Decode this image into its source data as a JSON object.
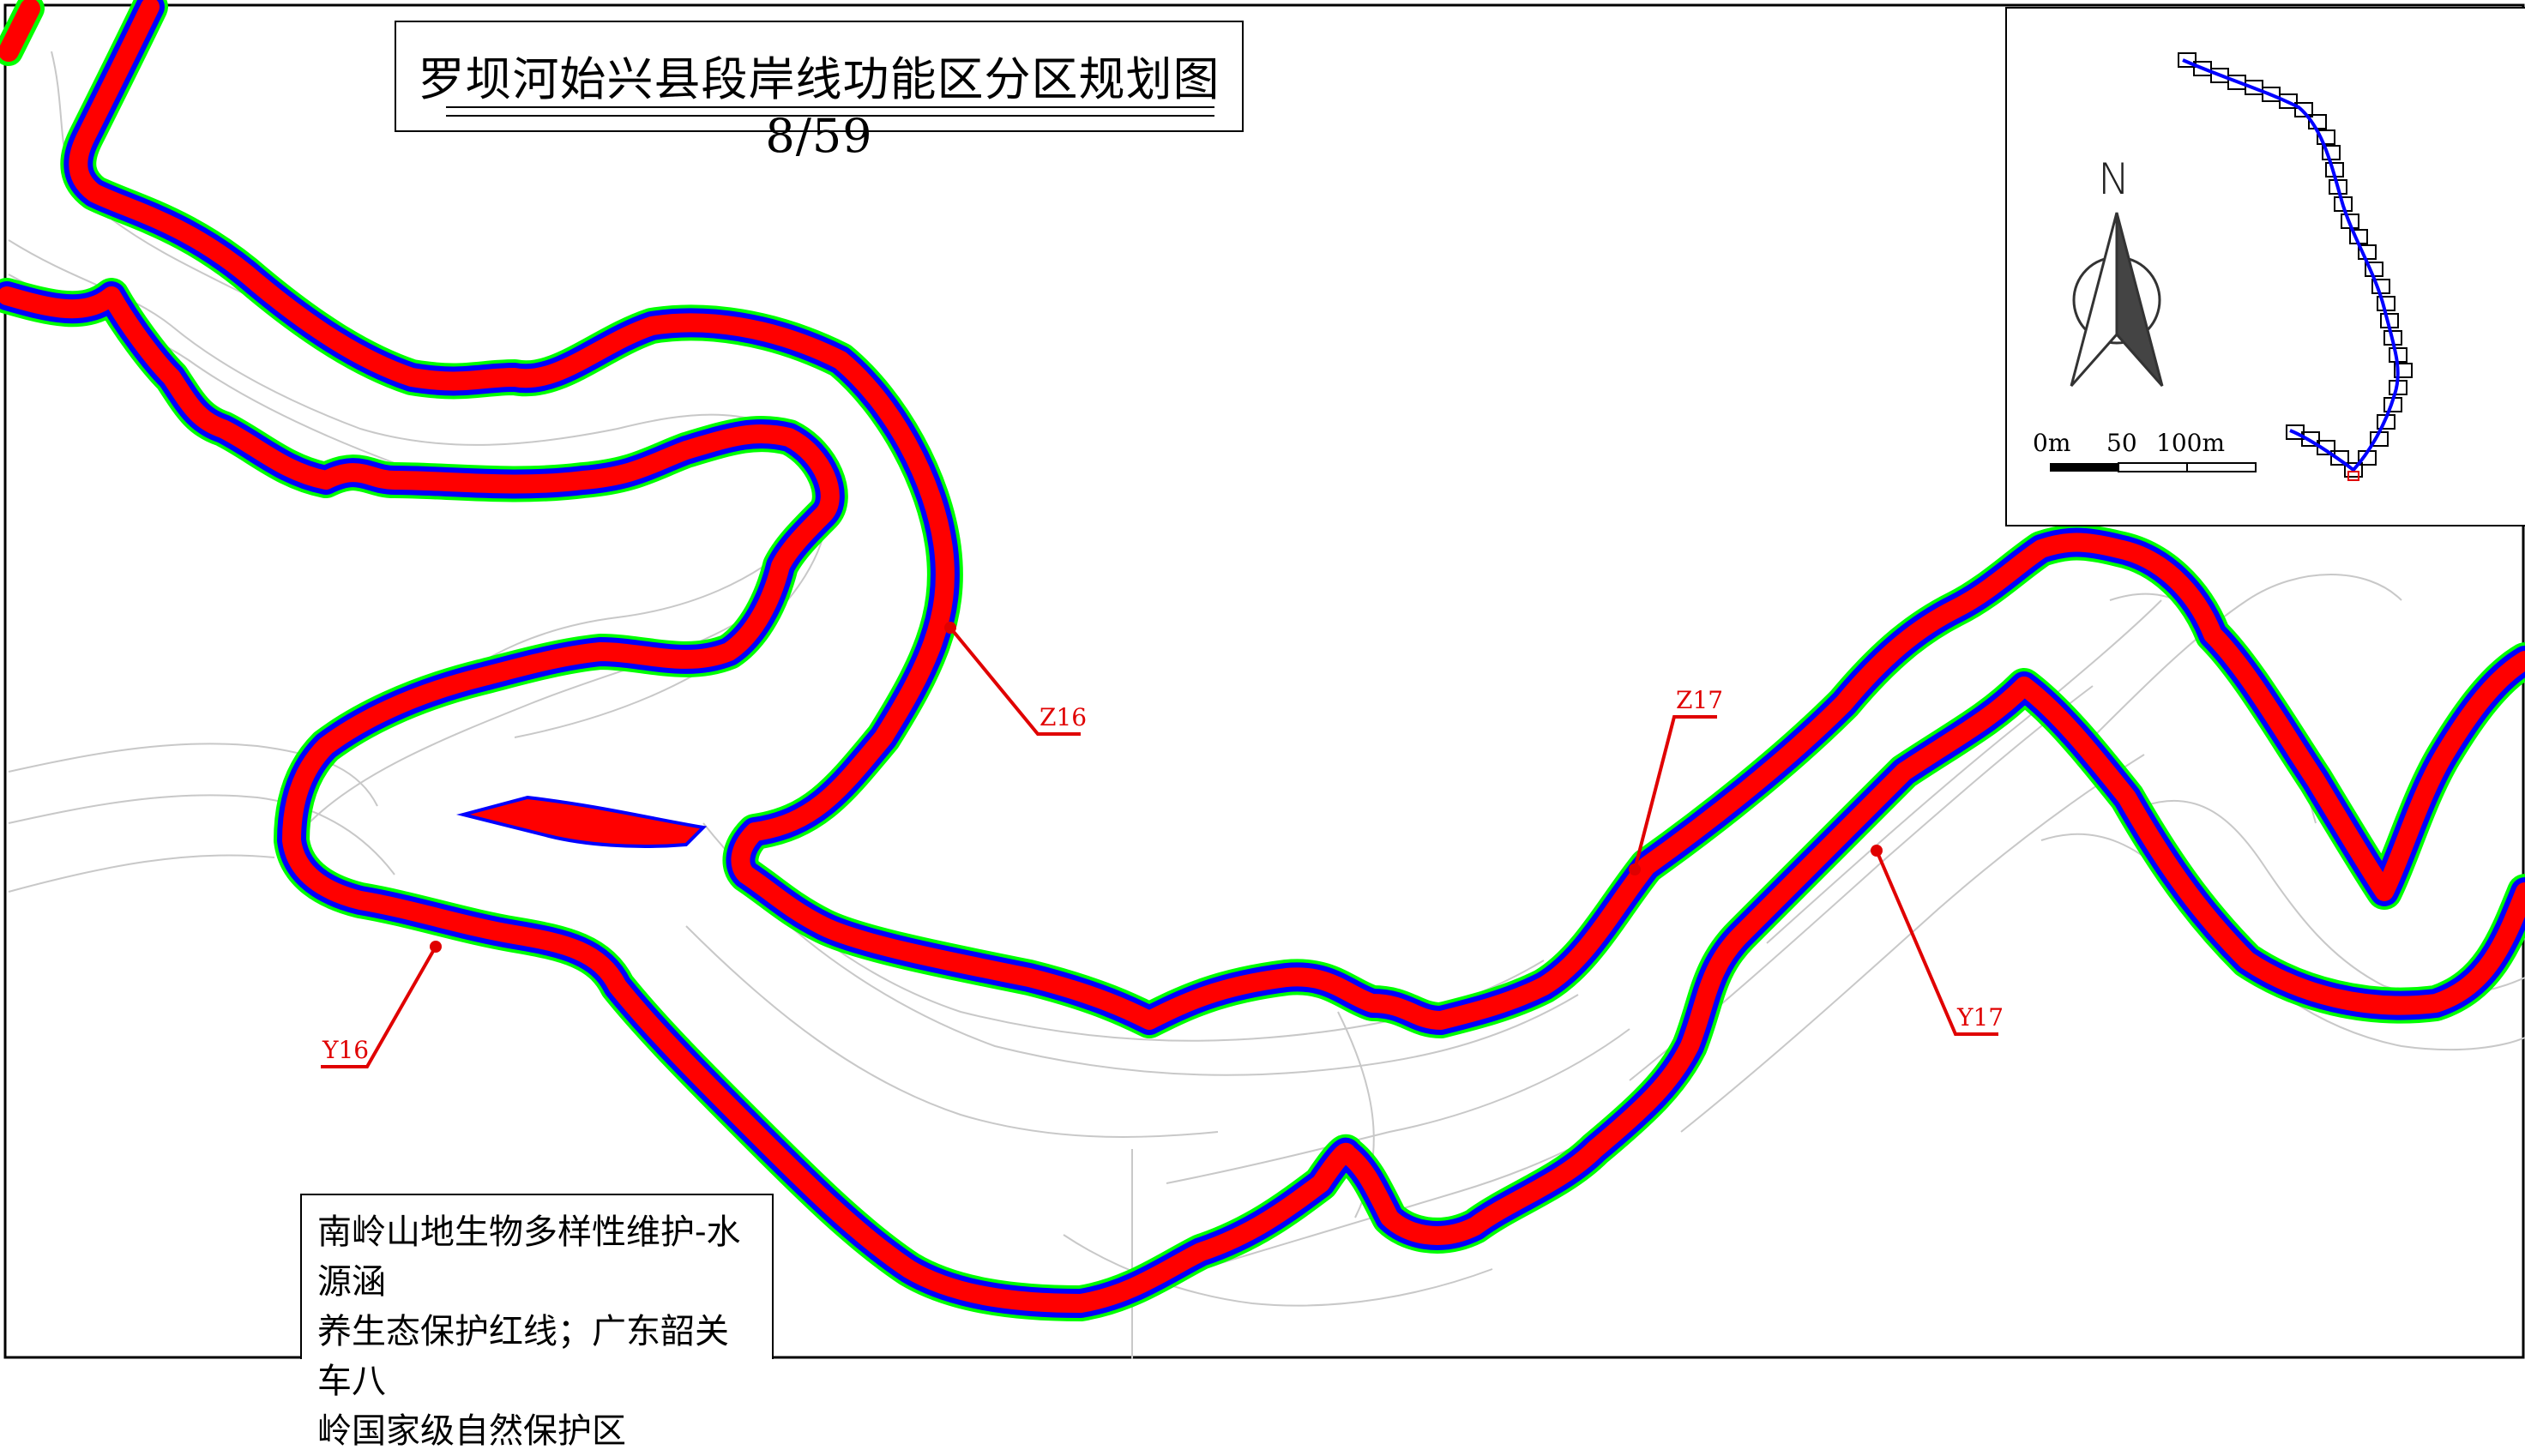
{
  "title": "罗坝河始兴县段岸线功能区分区规划图8/59",
  "colors": {
    "river_band": "#ff0000",
    "inner_edge": "#0000ff",
    "outer_edge": "#00ff00",
    "marker": "#e00000",
    "terrain_lines": "#c8c8c8"
  },
  "markers": [
    {
      "id": "Z16",
      "label": "Z16"
    },
    {
      "id": "Z17",
      "label": "Z17"
    },
    {
      "id": "Y16",
      "label": "Y16"
    },
    {
      "id": "Y17",
      "label": "Y17"
    }
  ],
  "inset": {
    "north_label": "N",
    "north_icon": "north-arrow-icon",
    "scale_labels": {
      "zero": "0m",
      "mid": "50",
      "end": "100m"
    }
  },
  "zone_note": {
    "line1": "南岭山地生物多样性维护-水源涵",
    "line2": "养生态保护红线；广东韶关车八",
    "line3": "岭国家级自然保护区"
  }
}
